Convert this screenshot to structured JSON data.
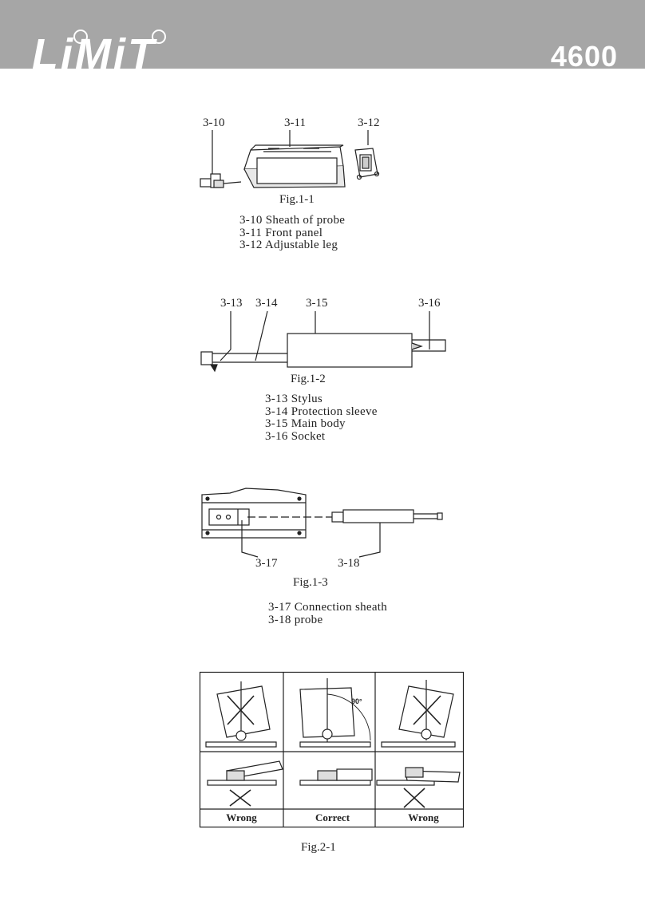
{
  "header": {
    "brand": "LiMiT",
    "model": "4600"
  },
  "fig1": {
    "labels": [
      "3-10",
      "3-11",
      "3-12"
    ],
    "caption": "Fig.1-1",
    "legend": [
      "3-10 Sheath of probe",
      "3-11 Front panel",
      "3-12 Adjustable leg"
    ]
  },
  "fig2": {
    "labels": [
      "3-13",
      "3-14",
      "3-15",
      "3-16"
    ],
    "caption": "Fig.1-2",
    "legend": [
      "3-13 Stylus",
      "3-14 Protection sleeve",
      "3-15 Main body",
      "3-16 Socket"
    ]
  },
  "fig3": {
    "labels": [
      "3-17",
      "3-18"
    ],
    "caption": "Fig.1-3",
    "legend": [
      "3-17 Connection sheath",
      "3-18 probe"
    ]
  },
  "fig4": {
    "angle": "90°",
    "columns": [
      "Wrong",
      "Correct",
      "Wrong"
    ],
    "caption": "Fig.2-1"
  }
}
